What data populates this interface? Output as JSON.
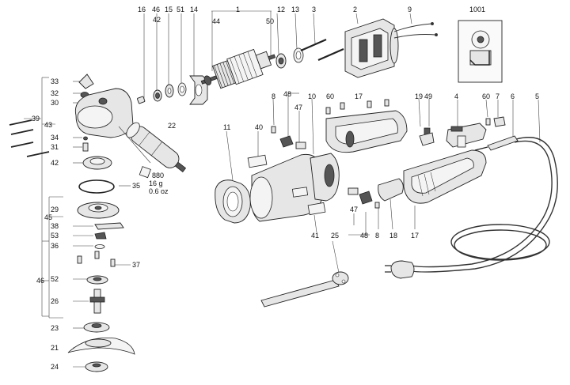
{
  "labels": {
    "p16": "16",
    "p46a": "46",
    "p42a": "42",
    "p15": "15",
    "p51": "51",
    "p14": "14",
    "p1": "1",
    "p44": "44",
    "p50": "50",
    "p12": "12",
    "p13": "13",
    "p3": "3",
    "p2": "2",
    "p9": "9",
    "p1001": "1001",
    "p33": "33",
    "p32": "32",
    "p30": "30",
    "p39": "39",
    "p43": "43",
    "p34": "34",
    "p31": "31",
    "p42b": "42",
    "p35": "35",
    "p45": "45",
    "p29": "29",
    "p38": "38",
    "p53": "53",
    "p36": "36",
    "p37": "37",
    "p46b": "46",
    "p52": "52",
    "p26": "26",
    "p23": "23",
    "p21": "21",
    "p24": "24",
    "p22": "22",
    "p8a": "8",
    "p48a": "48",
    "p47a": "47",
    "p10": "10",
    "p60a": "60",
    "p17a": "17",
    "p11": "11",
    "p40": "40",
    "p41": "41",
    "p25": "25",
    "p47b": "47",
    "p48b": "48",
    "p8b": "8",
    "p18": "18",
    "p17b": "17",
    "p19": "19",
    "p49": "49",
    "p4": "4",
    "p60b": "60",
    "p7": "7",
    "p6": "6",
    "p5": "5"
  },
  "handle_print": {
    "code": "880",
    "weight_g": "16 g",
    "weight_oz": "0.6 oz"
  }
}
